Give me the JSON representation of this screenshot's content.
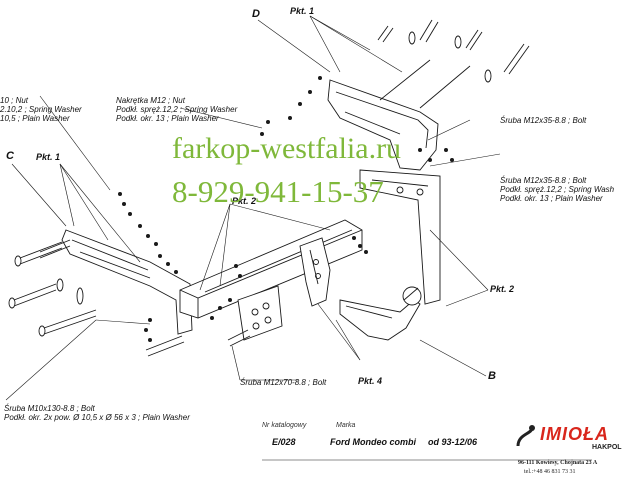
{
  "callouts": {
    "d": "D",
    "c": "C",
    "b": "B",
    "pkt1_top": "Pkt. 1",
    "pkt1_left": "Pkt. 1",
    "pkt2_mid": "Pkt. 2",
    "pkt2_right": "Pkt. 2",
    "pkt4": "Pkt. 4"
  },
  "labels": {
    "nut_left": [
      "10 ; Nut",
      "2.10,2 ; Spring Washer",
      "10,5 ; Plain Washer"
    ],
    "nut_center": [
      "Nakrętka  M12 ; Nut",
      "Podkł. spręż.12,2 ; Spring Washer",
      "Podkł. okr. 13 ; Plain Washer"
    ],
    "bolt_right_1": [
      "Śruba M12x35-8.8 ;  Bolt"
    ],
    "bolt_right_2": [
      "Śruba M12x35-8.8 ;  Bolt",
      "Podkł. spręż.12,2 ; Spring Wash",
      "Podkł. okr. 13 ; Plain Washer"
    ],
    "bolt_m12x70": [
      "Śruba M12x70-8.8 ;  Bolt"
    ],
    "bolt_m10x130": [
      "Śruba M10x130-8.8 ;  Bolt",
      "Podkł. okr. 2x pow. Ø 10,5 x Ø 56 x 3 ; Plain Washer"
    ]
  },
  "watermark": {
    "site": "farkop-westfalia.ru",
    "phone": "8-929-941-15-37",
    "color": "#7fb83a"
  },
  "title_block": {
    "catalog_label": "Nr katalogowy",
    "catalog_no": "E/028",
    "make_label": "Marka",
    "model": "Ford Mondeo combi",
    "years": "od 93-12/06"
  },
  "company": {
    "logo": "IMIOŁA",
    "sub": "HAKPOL",
    "address": "96-111 Kowiesy, Chojnata 23 A",
    "phone": "tel.:+48 46 831 73 31",
    "brand_color": "#d9261c"
  }
}
